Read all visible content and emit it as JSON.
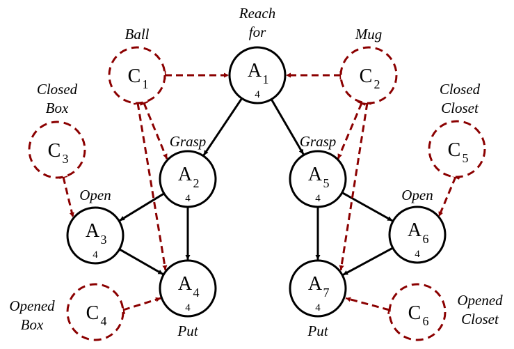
{
  "diagram": {
    "title": "",
    "colors": {
      "action": "#000000",
      "condition": "#8b0000",
      "background": "#ffffff"
    },
    "action_nodes": [
      {
        "id": "A1",
        "letter": "A",
        "index": "1",
        "count": "4",
        "caption": [
          "Reach",
          "for"
        ]
      },
      {
        "id": "A2",
        "letter": "A",
        "index": "2",
        "count": "4",
        "caption": [
          "Grasp"
        ]
      },
      {
        "id": "A3",
        "letter": "A",
        "index": "3",
        "count": "4",
        "caption": [
          "Open"
        ]
      },
      {
        "id": "A4",
        "letter": "A",
        "index": "4",
        "count": "4",
        "caption": [
          "Put"
        ]
      },
      {
        "id": "A5",
        "letter": "A",
        "index": "5",
        "count": "4",
        "caption": [
          "Grasp"
        ]
      },
      {
        "id": "A6",
        "letter": "A",
        "index": "6",
        "count": "4",
        "caption": [
          "Open"
        ]
      },
      {
        "id": "A7",
        "letter": "A",
        "index": "7",
        "count": "4",
        "caption": [
          "Put"
        ]
      }
    ],
    "condition_nodes": [
      {
        "id": "C1",
        "letter": "C",
        "index": "1",
        "caption": [
          "Ball"
        ]
      },
      {
        "id": "C2",
        "letter": "C",
        "index": "2",
        "caption": [
          "Mug"
        ]
      },
      {
        "id": "C3",
        "letter": "C",
        "index": "3",
        "caption": [
          "Closed",
          "Box"
        ]
      },
      {
        "id": "C4",
        "letter": "C",
        "index": "4",
        "caption": [
          "Opened",
          "Box"
        ]
      },
      {
        "id": "C5",
        "letter": "C",
        "index": "5",
        "caption": [
          "Closed",
          "Closet"
        ]
      },
      {
        "id": "C6",
        "letter": "C",
        "index": "6",
        "caption": [
          "Opened",
          "Closet"
        ]
      }
    ],
    "action_edges": [
      {
        "from": "A1",
        "to": "A2"
      },
      {
        "from": "A1",
        "to": "A5"
      },
      {
        "from": "A2",
        "to": "A3"
      },
      {
        "from": "A2",
        "to": "A4"
      },
      {
        "from": "A3",
        "to": "A4"
      },
      {
        "from": "A5",
        "to": "A7"
      },
      {
        "from": "A5",
        "to": "A6"
      },
      {
        "from": "A6",
        "to": "A7"
      }
    ],
    "condition_edges": [
      {
        "from": "C1",
        "to": "A1"
      },
      {
        "from": "C1",
        "to": "A2"
      },
      {
        "from": "C1",
        "to": "A4"
      },
      {
        "from": "C2",
        "to": "A1"
      },
      {
        "from": "C2",
        "to": "A5"
      },
      {
        "from": "C2",
        "to": "A7"
      },
      {
        "from": "C3",
        "to": "A3"
      },
      {
        "from": "C4",
        "to": "A4"
      },
      {
        "from": "C5",
        "to": "A6"
      },
      {
        "from": "C6",
        "to": "A7"
      }
    ]
  }
}
